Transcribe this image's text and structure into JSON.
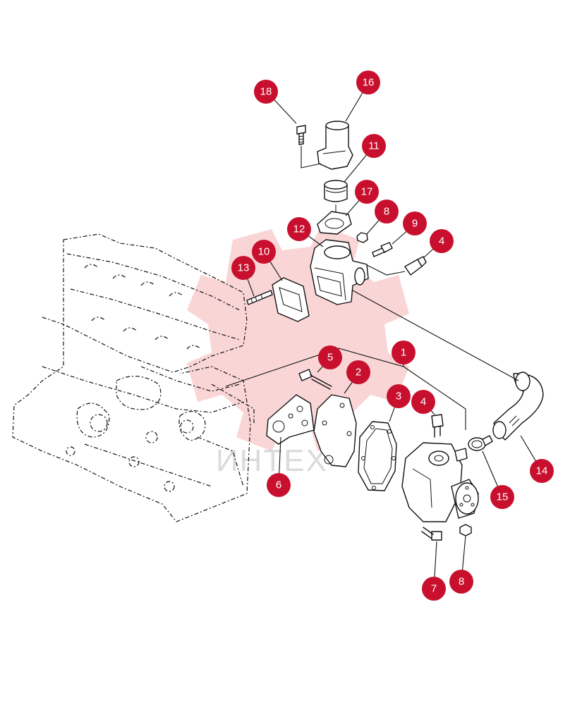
{
  "watermark": {
    "text": "ИНТЕХ",
    "color": "#e0141e"
  },
  "badge_color": "#c8102e",
  "callouts": [
    {
      "label": "18"
    },
    {
      "label": "16"
    },
    {
      "label": "11"
    },
    {
      "label": "17"
    },
    {
      "label": "8"
    },
    {
      "label": "12"
    },
    {
      "label": "9"
    },
    {
      "label": "10"
    },
    {
      "label": "4"
    },
    {
      "label": "13"
    },
    {
      "label": "1"
    },
    {
      "label": "5"
    },
    {
      "label": "2"
    },
    {
      "label": "3"
    },
    {
      "label": "4"
    },
    {
      "label": "6"
    },
    {
      "label": "15"
    },
    {
      "label": "14"
    },
    {
      "label": "7"
    },
    {
      "label": "8"
    }
  ]
}
